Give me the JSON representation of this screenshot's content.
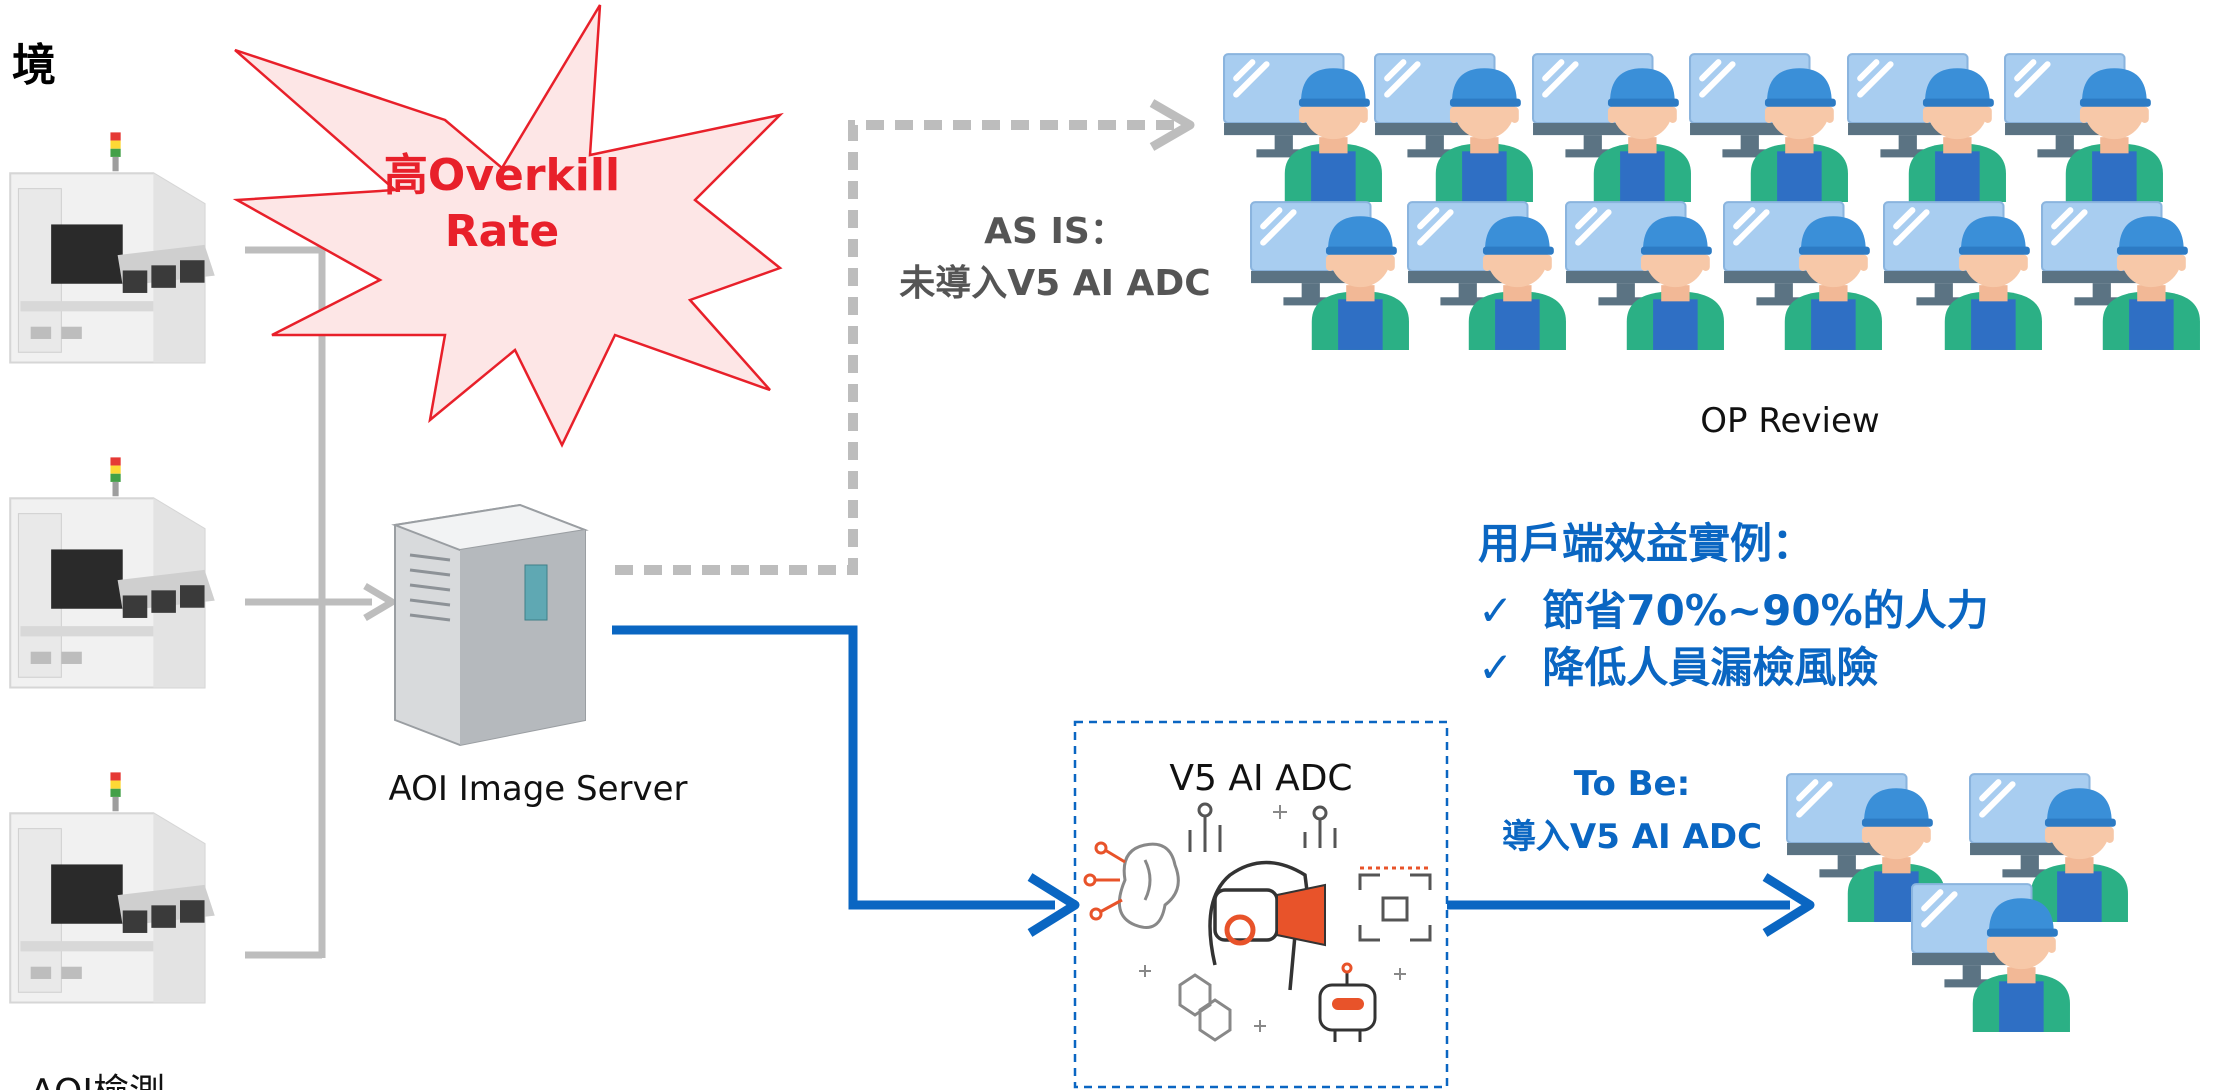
{
  "corner_title": "境",
  "starburst": {
    "line1": "高Overkill",
    "line2": "Rate"
  },
  "as_is": {
    "line1": "AS IS：",
    "line2": "未導入V5 AI ADC"
  },
  "op_review_label": "OP Review",
  "server_label": "AOI Image Server",
  "aoi_label": "AOI檢測",
  "benefits": {
    "title": "用戶端效益實例：",
    "items": [
      "✓  節省70%~90%的人力",
      "✓  降低人員漏檢風險"
    ]
  },
  "adc_box_title": "V5 AI ADC",
  "to_be": {
    "line1": "To Be:",
    "line2": "導入V5 AI ADC"
  },
  "colors": {
    "blue": "#0a66c2",
    "gray": "#bdbdbd",
    "red": "#e8202a",
    "starburst_fill": "#fde6e6",
    "text_gray": "#555555",
    "orange": "#e8532a",
    "monitor": "#a8cdf0",
    "cap": "#3a8fd8",
    "shirt": "#2bb085",
    "skin": "#f7c8a8"
  },
  "icons": [
    "aoi-machine-icon",
    "server-icon",
    "operator-icon",
    "ai-adc-icon",
    "starburst-icon"
  ]
}
